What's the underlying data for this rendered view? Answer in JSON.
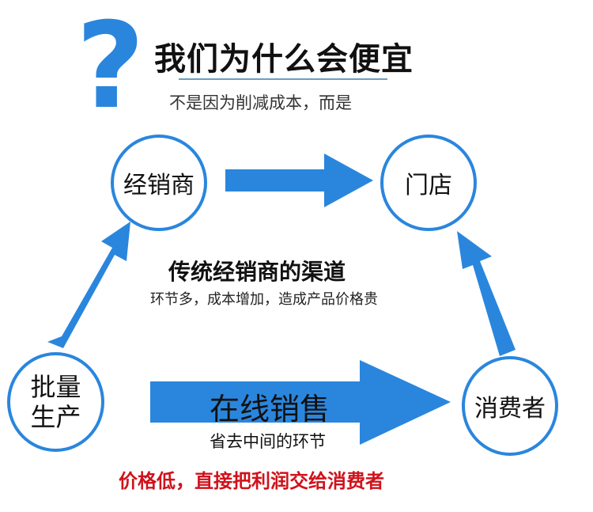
{
  "header": {
    "question_mark": "?",
    "title": "我们为什么会便宜",
    "subtitle": "不是因为削减成本，而是"
  },
  "nodes": {
    "distributor": "经销商",
    "store": "门店",
    "mass_production_line1": "批量",
    "mass_production_line2": "生产",
    "consumer": "消费者"
  },
  "traditional": {
    "title": "传统经销商的渠道",
    "description": "环节多，成本增加，造成产品价格贵"
  },
  "online": {
    "title": "在线销售",
    "description": "省去中间的环节"
  },
  "conclusion": "价格低，直接把利润交给消费者",
  "colors": {
    "accent": "#2a86dd",
    "conclusion": "#d0121b"
  }
}
